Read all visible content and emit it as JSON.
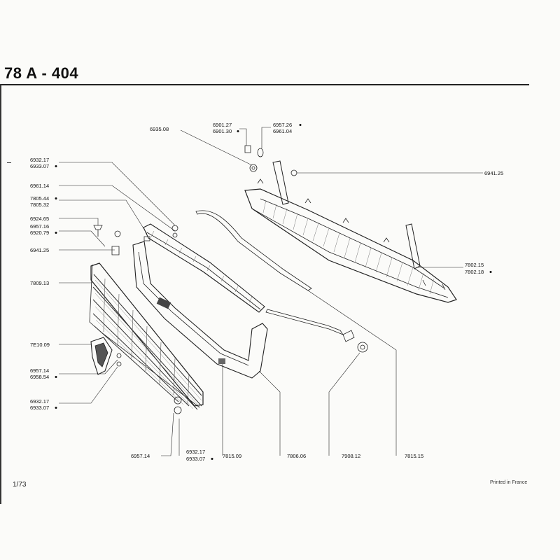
{
  "header": {
    "title": "78 A - 404"
  },
  "footer": {
    "page_number": "1/73",
    "printed": "Printed in France"
  },
  "parts": {
    "p6935_08": "6935.08",
    "p6901_27": "6901.27",
    "p6901_30": "6901.30",
    "p6957_26": "6957.26",
    "p6961_04": "6961.04",
    "p6941_25_right": "6941.25",
    "p6932_17_a": "6932.17",
    "p6933_07_a": "6933.07",
    "p6961_14": "6961.14",
    "p7805_44": "7805.44",
    "p7805_32": "7805.32",
    "p6924_65": "6924.65",
    "p6957_16": "6957.16",
    "p6920_79": "6920.79",
    "p6941_25_left": "6941.25",
    "p7809_13": "7809.13",
    "p7802_15": "7802.15",
    "p7802_18": "7802.18",
    "p7810_09": "7E10.09",
    "p6957_14_a": "6957.14",
    "p6958_54": "6958.54",
    "p6932_17_b": "6932.17",
    "p6933_07_b": "6933.07",
    "p6957_14_b": "6957.14",
    "p6932_17_c": "6932.17",
    "p6933_07_c": "6933.07",
    "p7815_09": "7815.09",
    "p7806_06": "7806.06",
    "p7908_12": "7908.12",
    "p7815_15": "7815.15"
  }
}
